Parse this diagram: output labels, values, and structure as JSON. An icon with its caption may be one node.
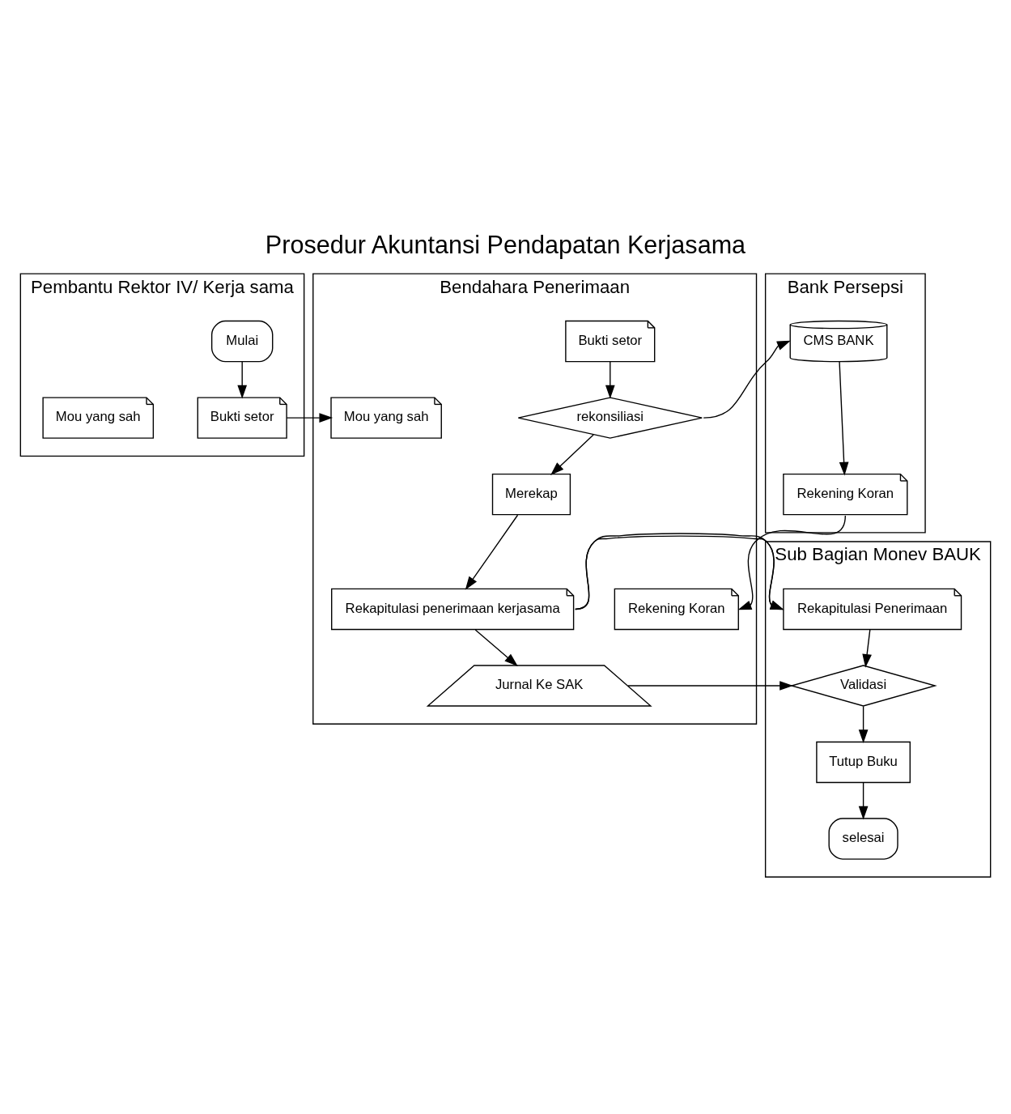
{
  "diagram": {
    "title": "Prosedur Akuntansi Pendapatan Kerjasama",
    "nodes": [
      {
        "text": [
          "Pembantu Rektor IV/ Kerja sama"
        ]
      },
      {
        "text": [
          "Bendahara Penerimaan"
        ]
      },
      {
        "text": [
          "Bank Persepsi"
        ]
      },
      {
        "text": [
          "Sub Bagian Monev BAUK"
        ]
      },
      {
        "text": [
          "Mulai"
        ],
        "in": 0
      },
      {
        "text": [
          "Bukti setor"
        ],
        "in": 0
      },
      {
        "text": [
          "Mou yang sah"
        ],
        "in": 0
      },
      {
        "text": [
          "Bukti setor"
        ],
        "in": 1
      },
      {
        "text": [
          "Mou yang sah"
        ],
        "in": 1
      },
      {
        "text": [
          "rekonsiliasi"
        ],
        "in": 1
      },
      {
        "text": [
          "Merekap"
        ],
        "in": 1
      },
      {
        "text": [
          "Rekening Koran"
        ],
        "in": 1
      },
      {
        "text": [
          "Rekapitulasi penerimaan kerjasama"
        ],
        "in": 1
      },
      {
        "text": [
          "Jurnal Ke SAK"
        ],
        "in": 1
      },
      {
        "text": [
          "CMS BANK"
        ],
        "in": 2
      },
      {
        "text": [
          "Rekening Koran"
        ],
        "in": 2
      },
      {
        "text": [
          "Rekapitulasi Penerimaan"
        ],
        "in": 3
      },
      {
        "text": [
          "Validasi"
        ],
        "in": 3
      },
      {
        "text": [
          "Tutup Buku"
        ],
        "in": 3
      },
      {
        "text": [
          "selesai"
        ],
        "in": 3
      }
    ],
    "edges": [
      {
        "from": 4,
        "to": 5,
        "arrow": "to"
      },
      {
        "from": 5,
        "to": 8,
        "arrow": "to"
      },
      {
        "from": 7,
        "to": 9,
        "arrow": "to"
      },
      {
        "from": 9,
        "to": 14,
        "arrow": "to"
      },
      {
        "from": 9,
        "to": 10,
        "arrow": "to"
      },
      {
        "from": 14,
        "to": 15,
        "arrow": "to"
      },
      {
        "from": 15,
        "to": 11,
        "arrow": "to"
      },
      {
        "from": 10,
        "to": 12,
        "arrow": "to"
      },
      {
        "from": 12,
        "to": 16,
        "arrow": "to"
      },
      {
        "from": 12,
        "to": 13,
        "arrow": "to"
      },
      {
        "from": 13,
        "to": 17,
        "arrow": "to"
      },
      {
        "from": 16,
        "to": 17,
        "arrow": "to"
      },
      {
        "from": 17,
        "to": 18,
        "arrow": "to"
      },
      {
        "from": 18,
        "to": 19,
        "arrow": "to"
      }
    ]
  }
}
